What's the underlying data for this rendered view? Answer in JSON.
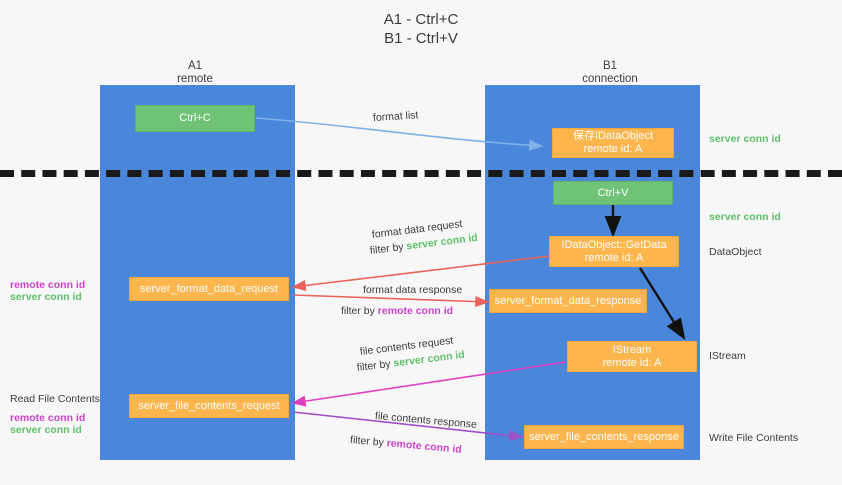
{
  "title": {
    "line1": "A1 - Ctrl+C",
    "line2": "B1 - Ctrl+V"
  },
  "colors": {
    "lane": "#4a86d9",
    "green_box": "#6fc276",
    "orange_box": "#fdb54e",
    "green_text": "#5fbf6a",
    "purple_text": "#cc44cc",
    "divider": "#1a1a1a"
  },
  "columns": [
    {
      "name": "A1",
      "sub": "remote"
    },
    {
      "name": "B1",
      "sub": "connection"
    }
  ],
  "boxes": {
    "ctrl_c": "Ctrl+C",
    "ctrl_v": "Ctrl+V",
    "save_idataobject": {
      "line1": "保存IDataObject",
      "line2": "remote id: A"
    },
    "getdata": {
      "line1": "IDataObject::GetData",
      "line2": "remote id: A"
    },
    "istream": {
      "line1": "IStream",
      "line2": "remote id: A"
    },
    "server_format_data_request": "server_format_data_request",
    "server_format_data_response": "server_format_data_response",
    "server_file_contents_request": "server_file_contents_request",
    "server_file_contents_response": "server_file_contents_response"
  },
  "arrow_labels": {
    "format_list": "format list",
    "format_data_request": "format data request",
    "format_data_request_filter_prefix": "filter by ",
    "format_data_request_filter_key": "server conn id",
    "format_data_response": "format data response",
    "format_data_response_filter_prefix": "filter by ",
    "format_data_response_filter_key": "remote conn id",
    "file_contents_request": "file contents request",
    "file_contents_request_filter_prefix": "filter by ",
    "file_contents_request_filter_key": "server conn id",
    "file_contents_response": "file contents response",
    "file_contents_response_filter_prefix": "filter by ",
    "file_contents_response_filter_key": "remote conn id"
  },
  "right_labels": [
    {
      "text": "server conn id",
      "kind": "green"
    },
    {
      "text": "server conn id",
      "kind": "green"
    },
    {
      "text": "DataObject",
      "kind": "dark"
    },
    {
      "text": "IStream",
      "kind": "dark"
    },
    {
      "text": "Write File Contents",
      "kind": "dark"
    }
  ],
  "left_labels": {
    "group1": [
      {
        "text": "remote conn id",
        "kind": "purple"
      },
      {
        "text": "server conn id",
        "kind": "green"
      }
    ],
    "read_file_contents": "Read File Contents",
    "group2": [
      {
        "text": "remote conn id",
        "kind": "purple"
      },
      {
        "text": "server conn id",
        "kind": "green"
      }
    ]
  }
}
